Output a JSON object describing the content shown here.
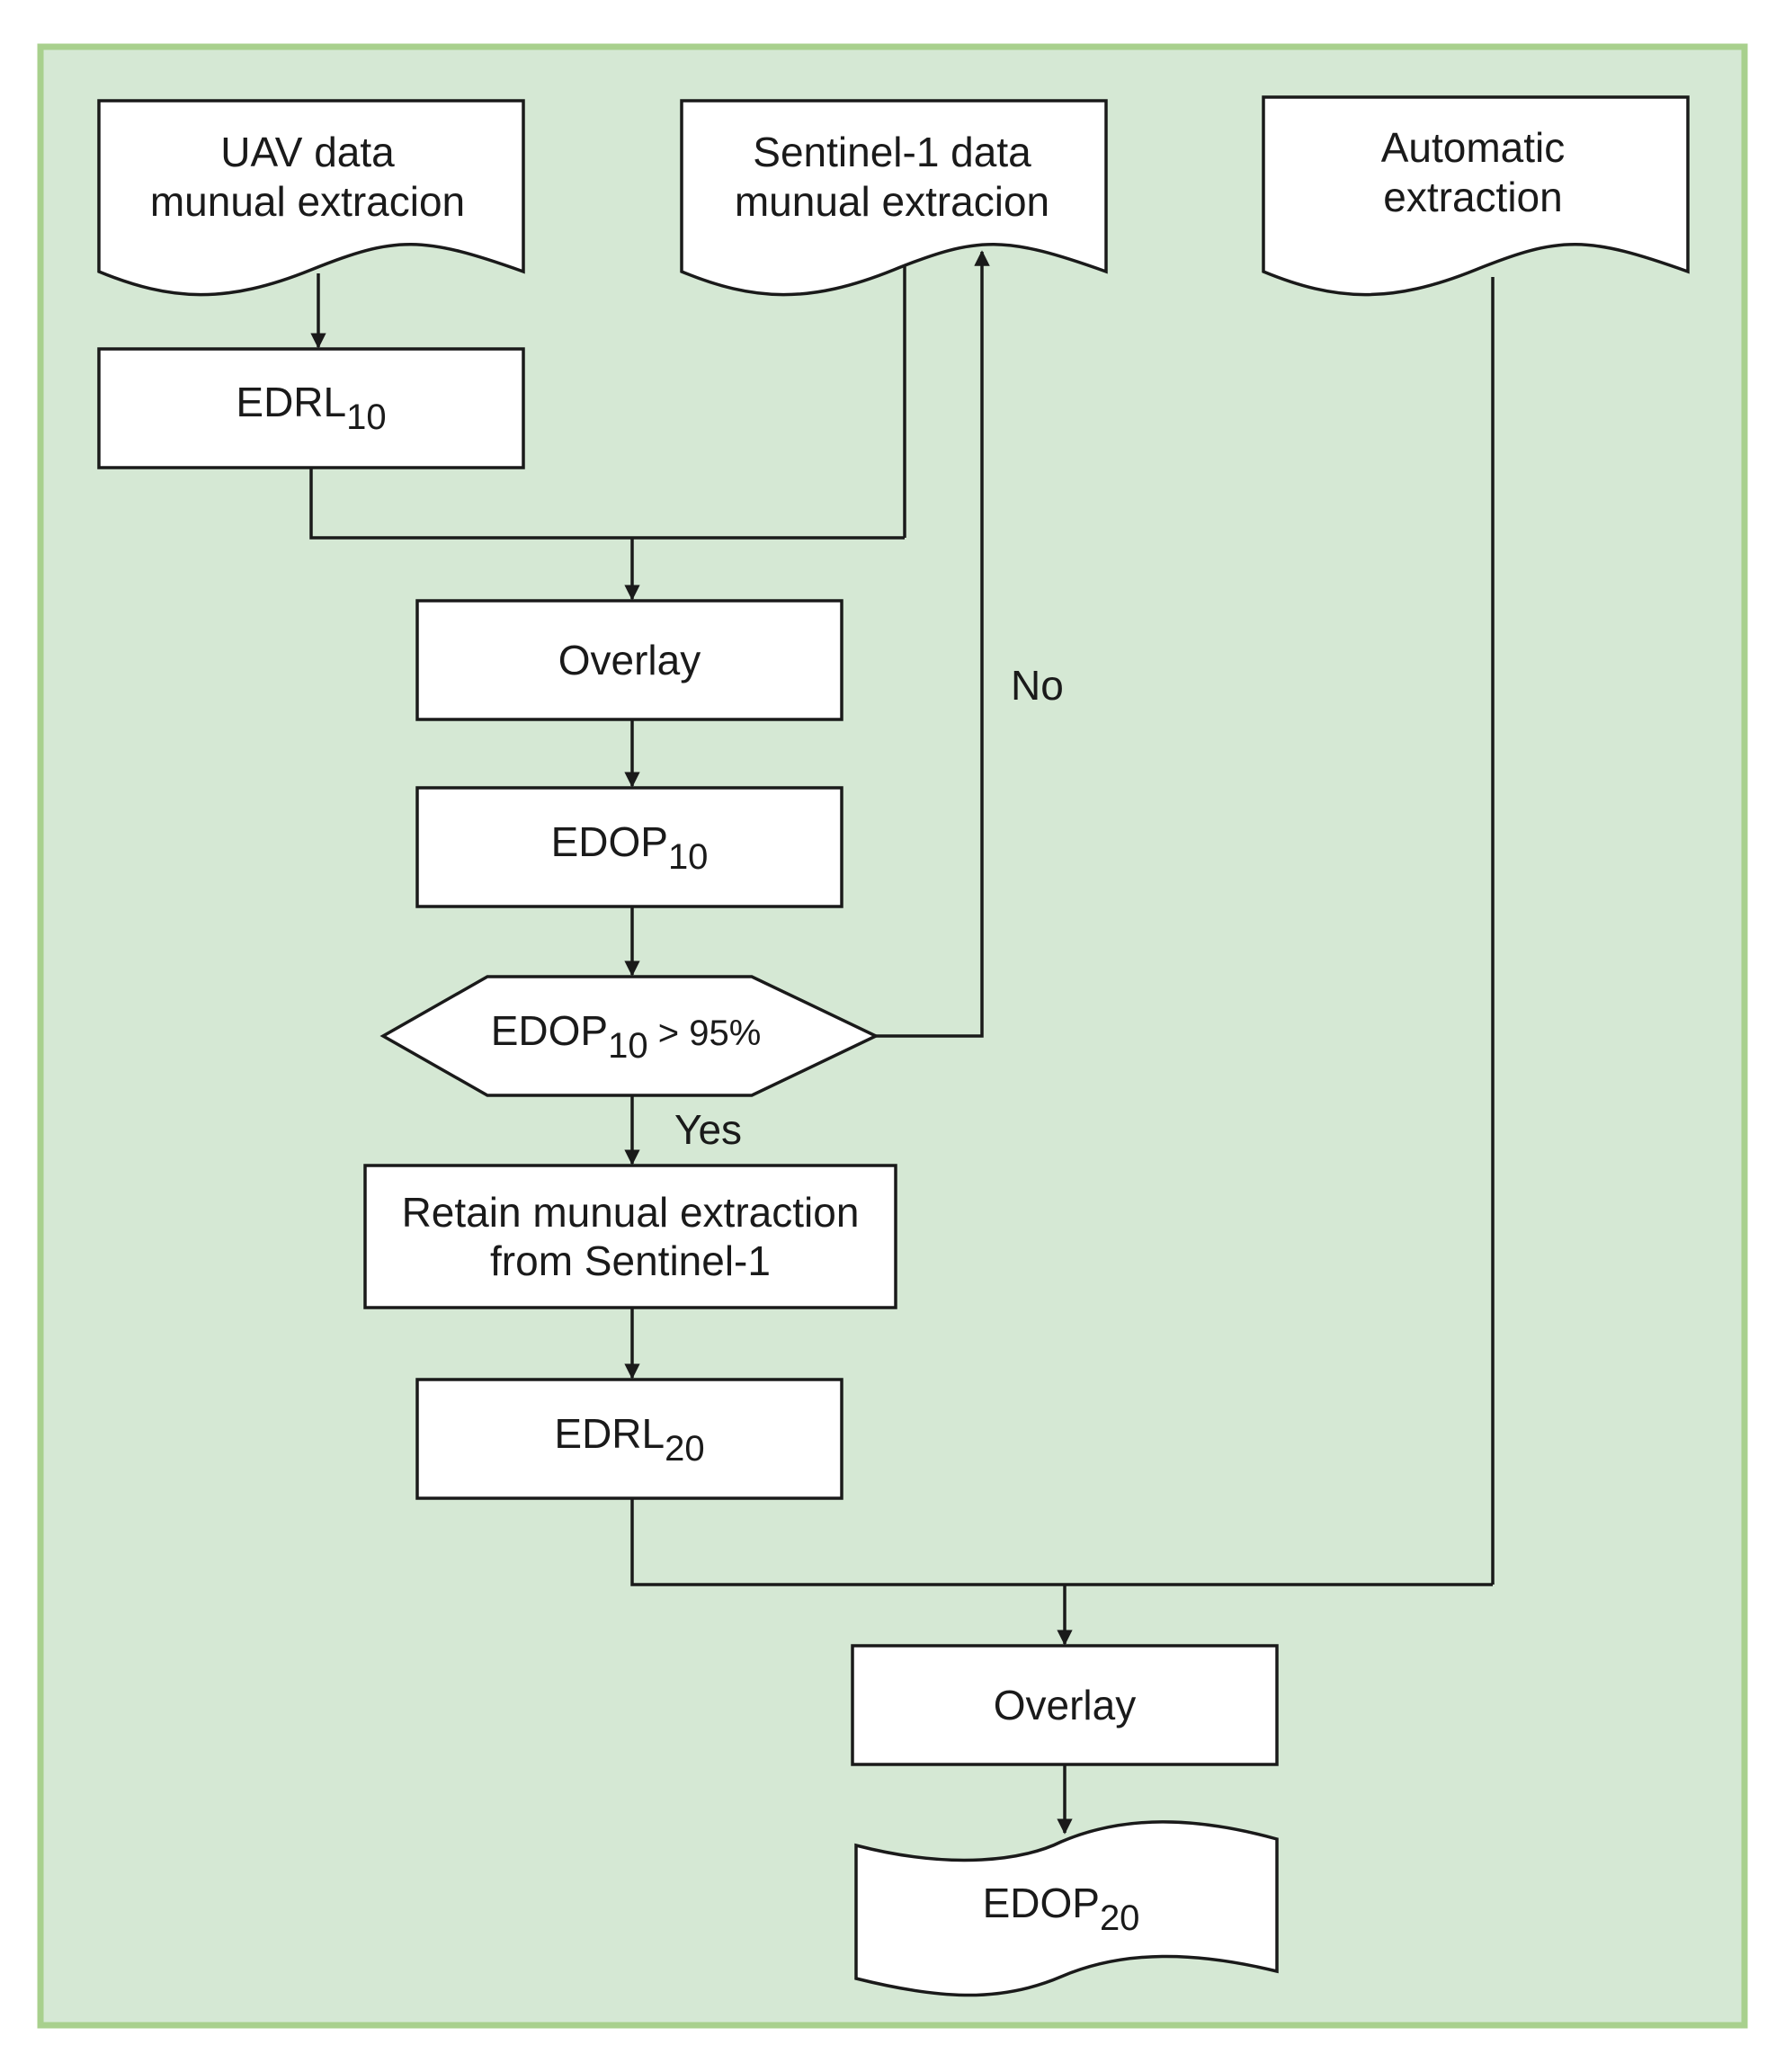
{
  "nodes": {
    "uav_data": {
      "line1": "UAV data",
      "line2": "munual extracion"
    },
    "sentinel_data": {
      "line1": "Sentinel-1 data",
      "line2": "munual extracion"
    },
    "automatic": {
      "line1": "Automatic",
      "line2": "extraction"
    },
    "edrl10": {
      "base": "EDRL",
      "sub": "10"
    },
    "overlay1": {
      "label": "Overlay"
    },
    "edop10": {
      "base": "EDOP",
      "sub": "10"
    },
    "decision": {
      "base": "EDOP",
      "sub": "10",
      "rest": " > 95%"
    },
    "retain": {
      "line1": "Retain munual extraction",
      "line2": "from Sentinel-1"
    },
    "edrl20": {
      "base": "EDRL",
      "sub": "20"
    },
    "overlay2": {
      "label": "Overlay"
    },
    "edop20": {
      "base": "EDOP",
      "sub": "20"
    }
  },
  "edges": {
    "no_label": "No",
    "yes_label": "Yes"
  },
  "colors": {
    "panel_fill": "#d5e8d4",
    "panel_border": "#a8d08d",
    "shape_fill": "#ffffff",
    "stroke": "#1a1a1a"
  }
}
